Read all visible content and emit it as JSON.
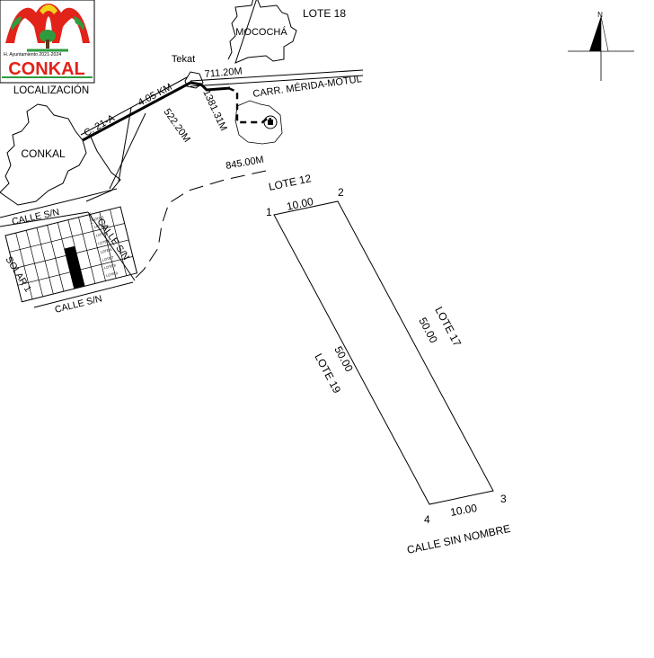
{
  "logo": {
    "municipality": "CONKAL",
    "period_text": "H. Ayuntamiento 2021-2024",
    "colors": {
      "red": "#e2231a",
      "green": "#2e9b3f",
      "yellow": "#f2d21b"
    }
  },
  "location_map": {
    "title": "LOCALIZACIÓN",
    "labels": {
      "mococha": "MOCOCHÁ",
      "lote18": "LOTE 18",
      "tekat": "Tekat",
      "dist_711": "711.20M",
      "road_merida_motul": "CARR. MÉRIDA-MOTUL",
      "dist_405": "4.05 KM",
      "road_c21a": "C. 21-A",
      "dist_522": "522.20M",
      "dist_1381": "1381.31M",
      "dist_845": "845.00M",
      "conkal": "CONKAL"
    }
  },
  "block_map": {
    "calle_top": "CALLE S/N",
    "calle_right": "CALLE S/N",
    "calle_bottom": "CALLE S/N",
    "solar": "SOLAR 1",
    "small_lots": [
      "LOTE 1",
      "LOTE 2",
      "LOTE 3",
      "LOTE 4",
      "LOTE 5",
      "LOTE 6",
      "LOTE 7",
      "LOTE 8",
      "LOTE 9"
    ]
  },
  "compass": {
    "north": "N"
  },
  "lot": {
    "top_neighbor": "LOTE 12",
    "right_neighbor": "LOTE 17",
    "left_neighbor": "LOTE 19",
    "street": "CALLE SIN NOMBRE",
    "dim_top": "10.00",
    "dim_right": "50.00",
    "dim_left": "50.00",
    "dim_bottom": "10.00",
    "vertices": [
      "1",
      "2",
      "3",
      "4"
    ]
  }
}
